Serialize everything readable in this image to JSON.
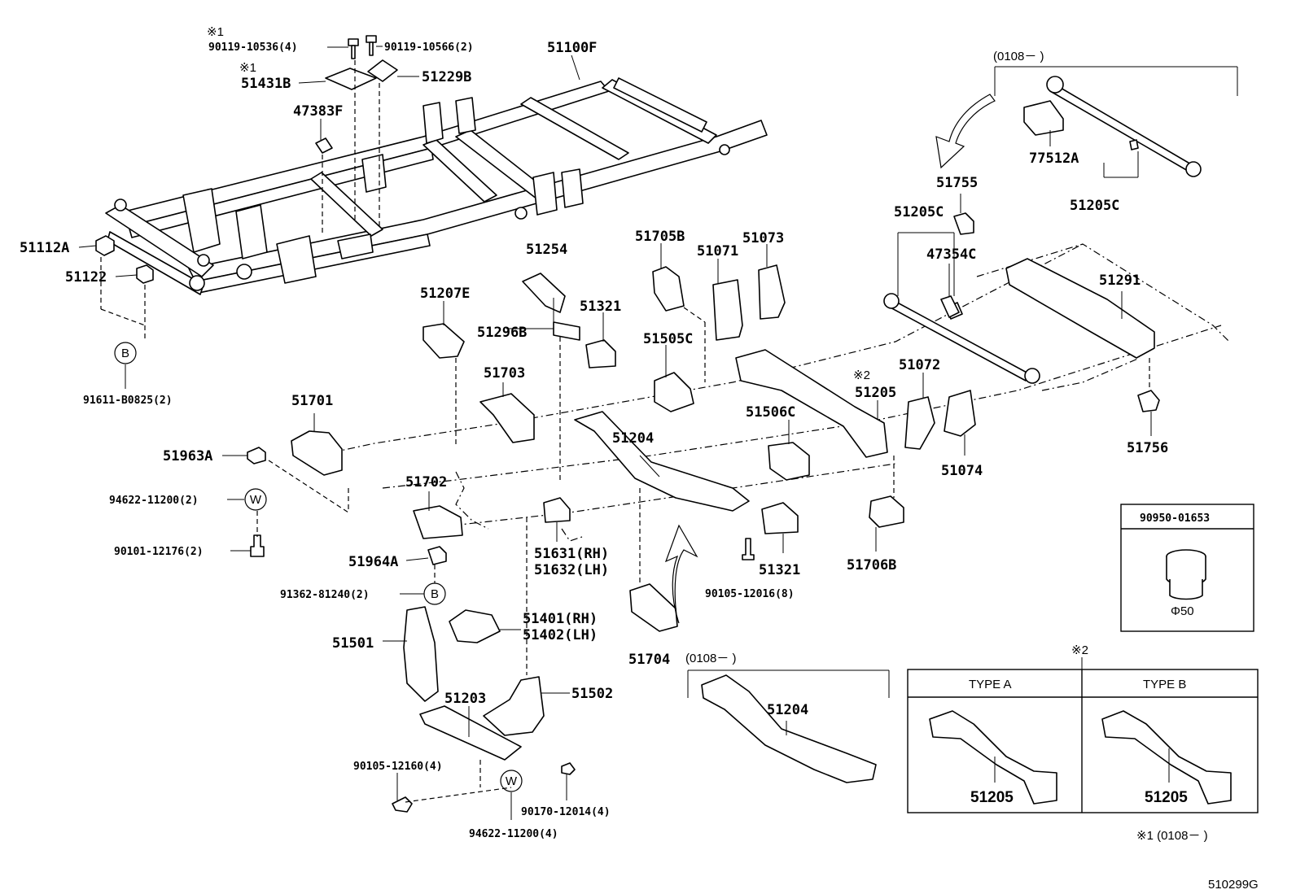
{
  "labels": {
    "p90119_10536": "90119-10536(4)",
    "p90119_10566": "90119-10566(2)",
    "p51100F": "51100F",
    "p51431B": "51431B",
    "p51229B": "51229B",
    "p47383F": "47383F",
    "p51112A": "51112A",
    "p51122": "51122",
    "p91611": "91611-B0825(2)",
    "p51207E": "51207E",
    "p51254": "51254",
    "p51296B": "51296B",
    "p51321a": "51321",
    "p51703": "51703",
    "p51701": "51701",
    "p51963A": "51963A",
    "p94622a": "94622-11200(2)",
    "p90101": "90101-12176(2)",
    "p51702": "51702",
    "p51964A": "51964A",
    "p91362": "91362-81240(2)",
    "p51501": "51501",
    "p51401": "51401(RH)",
    "p51402": "51402(LH)",
    "p51631": "51631(RH)",
    "p51632": "51632(LH)",
    "p51203": "51203",
    "p51502": "51502",
    "p90105_12160": "90105-12160(4)",
    "p90170": "90170-12014(4)",
    "p94622b": "94622-11200(4)",
    "p51704": "51704",
    "p51204a": "51204",
    "p51705B": "51705B",
    "p51071": "51071",
    "p51073": "51073",
    "p51505C": "51505C",
    "p51506C": "51506C",
    "p51321b": "51321",
    "p90105_12016": "90105-12016(8)",
    "p51205a": "51205",
    "p51072": "51072",
    "p51074": "51074",
    "p51706B": "51706B",
    "p51205C_a": "51205C",
    "p51755": "51755",
    "p47354C": "47354C",
    "p51291": "51291",
    "p51756": "51756",
    "p77512A": "77512A",
    "p51205C_b": "51205C",
    "p90950": "90950-01653",
    "p51204b": "51204",
    "p51205b": "51205",
    "p51205c": "51205"
  },
  "notes": {
    "ref1": "※1",
    "ref1b": "※1",
    "ref2": "※2",
    "ref2b": "※2",
    "date_top": "(0108－     )",
    "date_mid": "(0108－     )",
    "date_foot": "※1 (0108－     )",
    "phi": "Φ50",
    "type_a": "TYPE A",
    "type_b": "TYPE B",
    "code": "510299G"
  },
  "circles": {
    "b1": "B",
    "b2": "B",
    "w1": "W",
    "w2": "W"
  }
}
